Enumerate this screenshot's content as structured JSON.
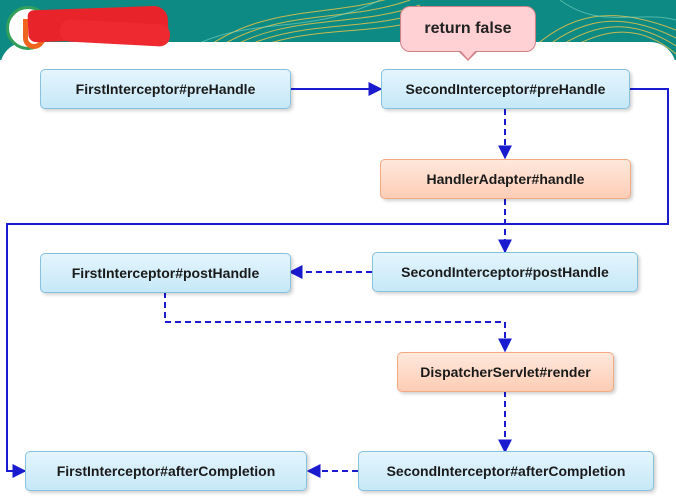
{
  "nodes": {
    "first_pre": "FirstInterceptor#preHandle",
    "second_pre": "SecondInterceptor#preHandle",
    "handler": "HandlerAdapter#handle",
    "first_post": "FirstInterceptor#postHandle",
    "second_post": "SecondInterceptor#postHandle",
    "render": "DispatcherServlet#render",
    "first_after": "FirstInterceptor#afterCompletion",
    "second_after": "SecondInterceptor#afterCompletion"
  },
  "callout": "return false",
  "colors": {
    "arrow": "#1a1acf",
    "blue_box": "#c6e8f7",
    "orange_box": "#fdcdb6",
    "callout_fill": "#ffd1d4",
    "banner": "#0d8a83",
    "gold_lines": "#e8c24a"
  }
}
